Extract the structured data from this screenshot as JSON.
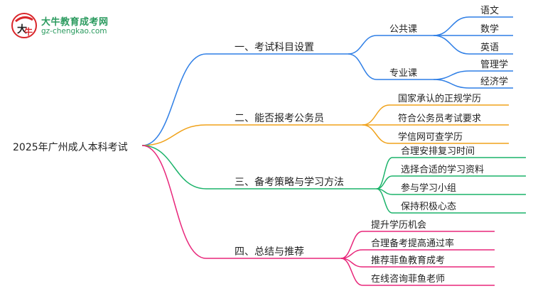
{
  "logo": {
    "title": "大牛教育成考网",
    "url": "gz-chengkao.com"
  },
  "root": "2025年广州成人本科考试",
  "colors": {
    "blue": "#2f7fe6",
    "orange": "#f0a21a",
    "green": "#1bb36a",
    "pink": "#e8267a",
    "logo_green": "#2a9a5e",
    "logo_red": "#d9262b"
  },
  "branches": [
    {
      "label": "一、考试科目设置",
      "color_key": "blue",
      "groups": [
        {
          "label": "公共课",
          "items": [
            "语文",
            "数学",
            "英语"
          ]
        },
        {
          "label": "专业课",
          "items": [
            "管理学",
            "经济学"
          ]
        }
      ]
    },
    {
      "label": "二、能否报考公务员",
      "color_key": "orange",
      "items": [
        "国家承认的正规学历",
        "符合公务员考试要求",
        "学信网可查学历"
      ]
    },
    {
      "label": "三、备考策略与学习方法",
      "color_key": "green",
      "items": [
        "合理安排复习时间",
        "选择合适的学习资料",
        "参与学习小组",
        "保持积极心态"
      ]
    },
    {
      "label": "四、总结与推荐",
      "color_key": "pink",
      "items": [
        "提升学历机会",
        "合理备考提高通过率",
        "推荐菲鱼教育成考",
        "在线咨询菲鱼老师"
      ]
    }
  ]
}
